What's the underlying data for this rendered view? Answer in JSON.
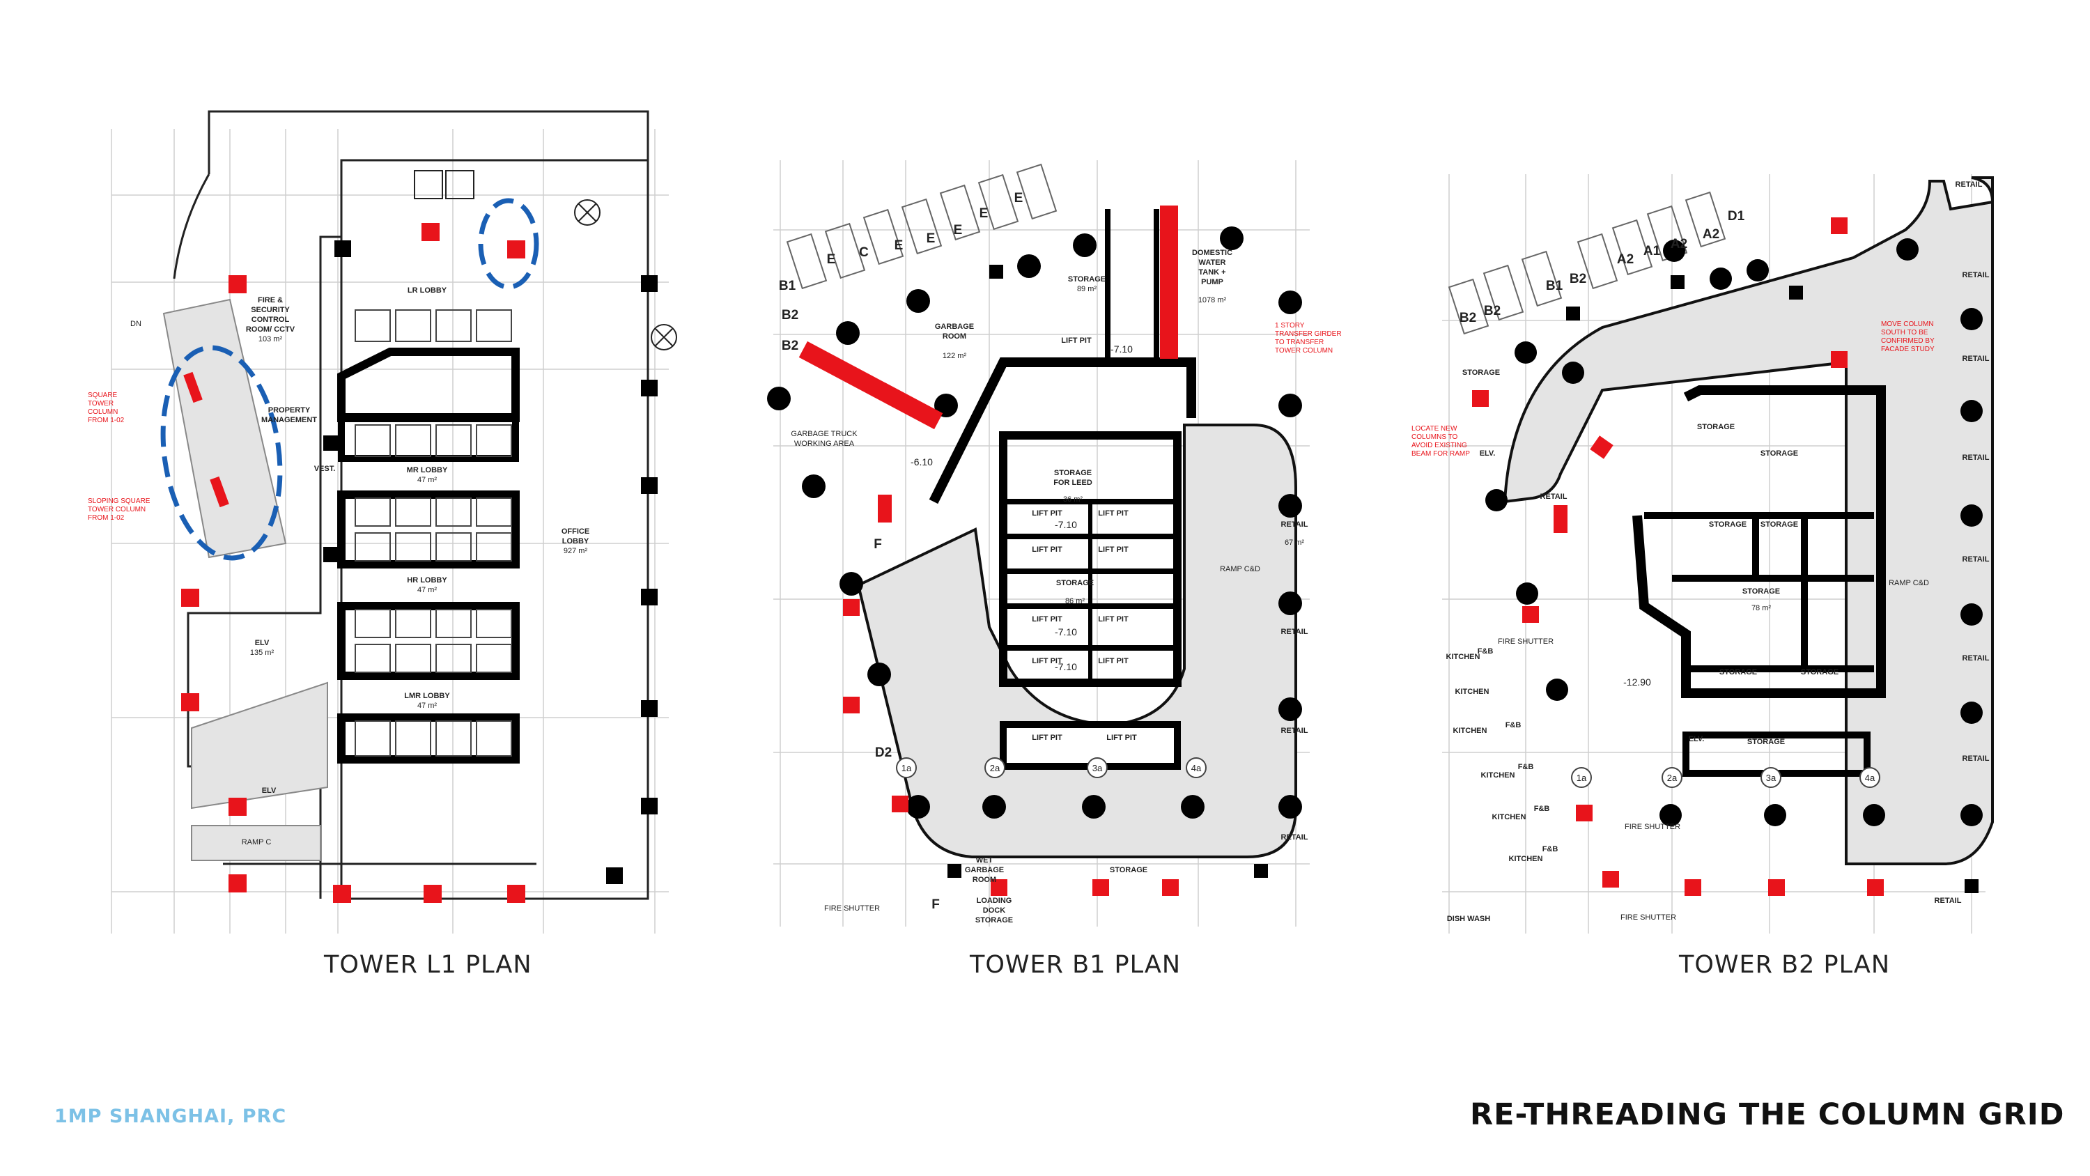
{
  "captions": {
    "l1": "TOWER L1 PLAN",
    "b1": "TOWER B1 PLAN",
    "b2": "TOWER B2 PLAN"
  },
  "footer": {
    "project": "1MP SHANGHAI, PRC",
    "title": "RE-THREADING THE COLUMN GRID"
  },
  "colors": {
    "new_column": "#e8141b",
    "existing_column": "#000000",
    "highlight": "#1a5fb4",
    "ramp": "#e4e4e4",
    "annotation": "#e8141b",
    "footer_project": "#7cc1e6"
  },
  "l1": {
    "lr_lobby": "LR LOBBY",
    "mr_lobby": "MR LOBBY",
    "mr_lobby_area": "47 m²",
    "hr_lobby": "HR LOBBY",
    "hr_lobby_area": "47 m²",
    "lmr_lobby": "LMR LOBBY",
    "lmr_lobby_area": "47 m²",
    "fire_room": [
      "FIRE &",
      "SECURITY",
      "CONTROL",
      "ROOM/ CCTV",
      "103 m²"
    ],
    "property": "PROPERTY",
    "management": "MANAGEMENT",
    "office_lobby": [
      "OFFICE",
      "LOBBY",
      "927 m²"
    ],
    "elv": "ELV",
    "elv_area": "135 m²",
    "elv2": "ELV",
    "vest": "VEST.",
    "note1": [
      "SQUARE",
      "TOWER",
      "COLUMN",
      "FROM 1-02"
    ],
    "note2": [
      "SLOPING SQUARE",
      "TOWER COLUMN",
      "FROM 1-02"
    ],
    "ramp": "RAMP C",
    "dn": "DN"
  },
  "b1": {
    "storage": "STORAGE",
    "storage_area": "89 m²",
    "garbage": [
      "GARBAGE",
      "ROOM",
      "122 m²"
    ],
    "lift_pit": "LIFT PIT",
    "level": "-7.10",
    "level2": "-6.10",
    "domestic": [
      "DOMESTIC",
      "WATER",
      "TANK +",
      "PUMP",
      "1078 m²"
    ],
    "storage_leed": [
      "STORAGE",
      "FOR LEED",
      "36 m²"
    ],
    "storage2": [
      "STORAGE",
      "86 m²"
    ],
    "retail": "RETAIL",
    "retail_area": "67 m²",
    "ramp": "RAMP C&D",
    "garbage_truck": [
      "GARBAGE TRUCK",
      "WORKING AREA"
    ],
    "note_transfer": [
      "1 STORY",
      "TRANSFER GIRDER",
      "TO TRANSFER",
      "TOWER COLUMN"
    ],
    "wet_garbage": [
      "WET",
      "GARBAGE",
      "ROOM"
    ],
    "loading": [
      "LOADING",
      "DOCK",
      "STORAGE"
    ],
    "fire_shutter": "FIRE SHUTTER",
    "grid": [
      "1a",
      "2a",
      "3a",
      "4a"
    ],
    "labels_e": [
      "E",
      "C",
      "E",
      "E",
      "E",
      "E",
      "E"
    ],
    "labels_b": [
      "B1",
      "B2",
      "B2"
    ],
    "d2": "D2",
    "f": "F"
  },
  "b2": {
    "storage": "STORAGE",
    "storage_area": "78 m²",
    "retail": "RETAIL",
    "kitchen": "KITCHEN",
    "fb": "F&B",
    "level": "-12.90",
    "note_locate": [
      "LOCATE NEW",
      "COLUMNS TO",
      "AVOID EXISTING",
      "BEAM FOR RAMP"
    ],
    "note_move": [
      "MOVE COLUMN",
      "SOUTH TO BE",
      "CONFIRMED BY",
      "FACADE STUDY"
    ],
    "ramp": "RAMP C&D",
    "fire_shutter": "FIRE SHUTTER",
    "dish_wash": "DISH WASH",
    "elv": "ELV.",
    "grid": [
      "1a",
      "2a",
      "3a",
      "4a"
    ],
    "labels_a": [
      "A2",
      "A1",
      "A2",
      "A2"
    ],
    "labels_b": [
      "B1",
      "B2",
      "B2",
      "B2"
    ],
    "d1": "D1"
  }
}
